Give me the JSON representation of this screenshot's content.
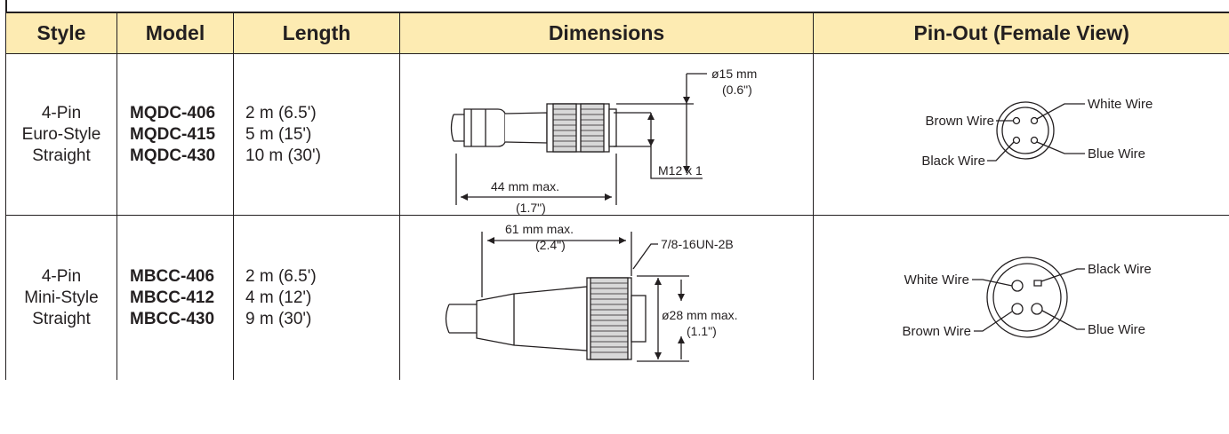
{
  "headers": [
    "Style",
    "Model",
    "Length",
    "Dimensions",
    "Pin-Out (Female View)"
  ],
  "rows": [
    {
      "style": [
        "4-Pin",
        "Euro-Style",
        "Straight"
      ],
      "models": [
        "MQDC-406",
        "MQDC-415",
        "MQDC-430"
      ],
      "lengths": [
        "2 m (6.5')",
        "5 m (15')",
        "10 m (30')"
      ],
      "dimensions": {
        "diameter": "ø15 mm",
        "diameter_in": "(0.6\")",
        "thread": "M12 x 1",
        "length": "44 mm max.",
        "length_in": "(1.7\")"
      },
      "pinout": {
        "top_right": "White Wire",
        "left": "Brown Wire",
        "right": "Blue Wire",
        "bottom_left": "Black Wire"
      }
    },
    {
      "style": [
        "4-Pin",
        "Mini-Style",
        "Straight"
      ],
      "models": [
        "MBCC-406",
        "MBCC-412",
        "MBCC-430"
      ],
      "lengths": [
        "2 m (6.5')",
        "4 m (12')",
        "9 m (30')"
      ],
      "dimensions": {
        "length": "61 mm max.",
        "length_in": "(2.4\")",
        "thread": "7/8-16UN-2B",
        "diameter": "ø28 mm max.",
        "diameter_in": "(1.1\")"
      },
      "pinout": {
        "top_right": "Black Wire",
        "left": "White Wire",
        "right": "Blue Wire",
        "bottom_left": "Brown Wire"
      }
    }
  ],
  "colors": {
    "header_bg": "#fdebb2",
    "ink": "#231f20"
  }
}
